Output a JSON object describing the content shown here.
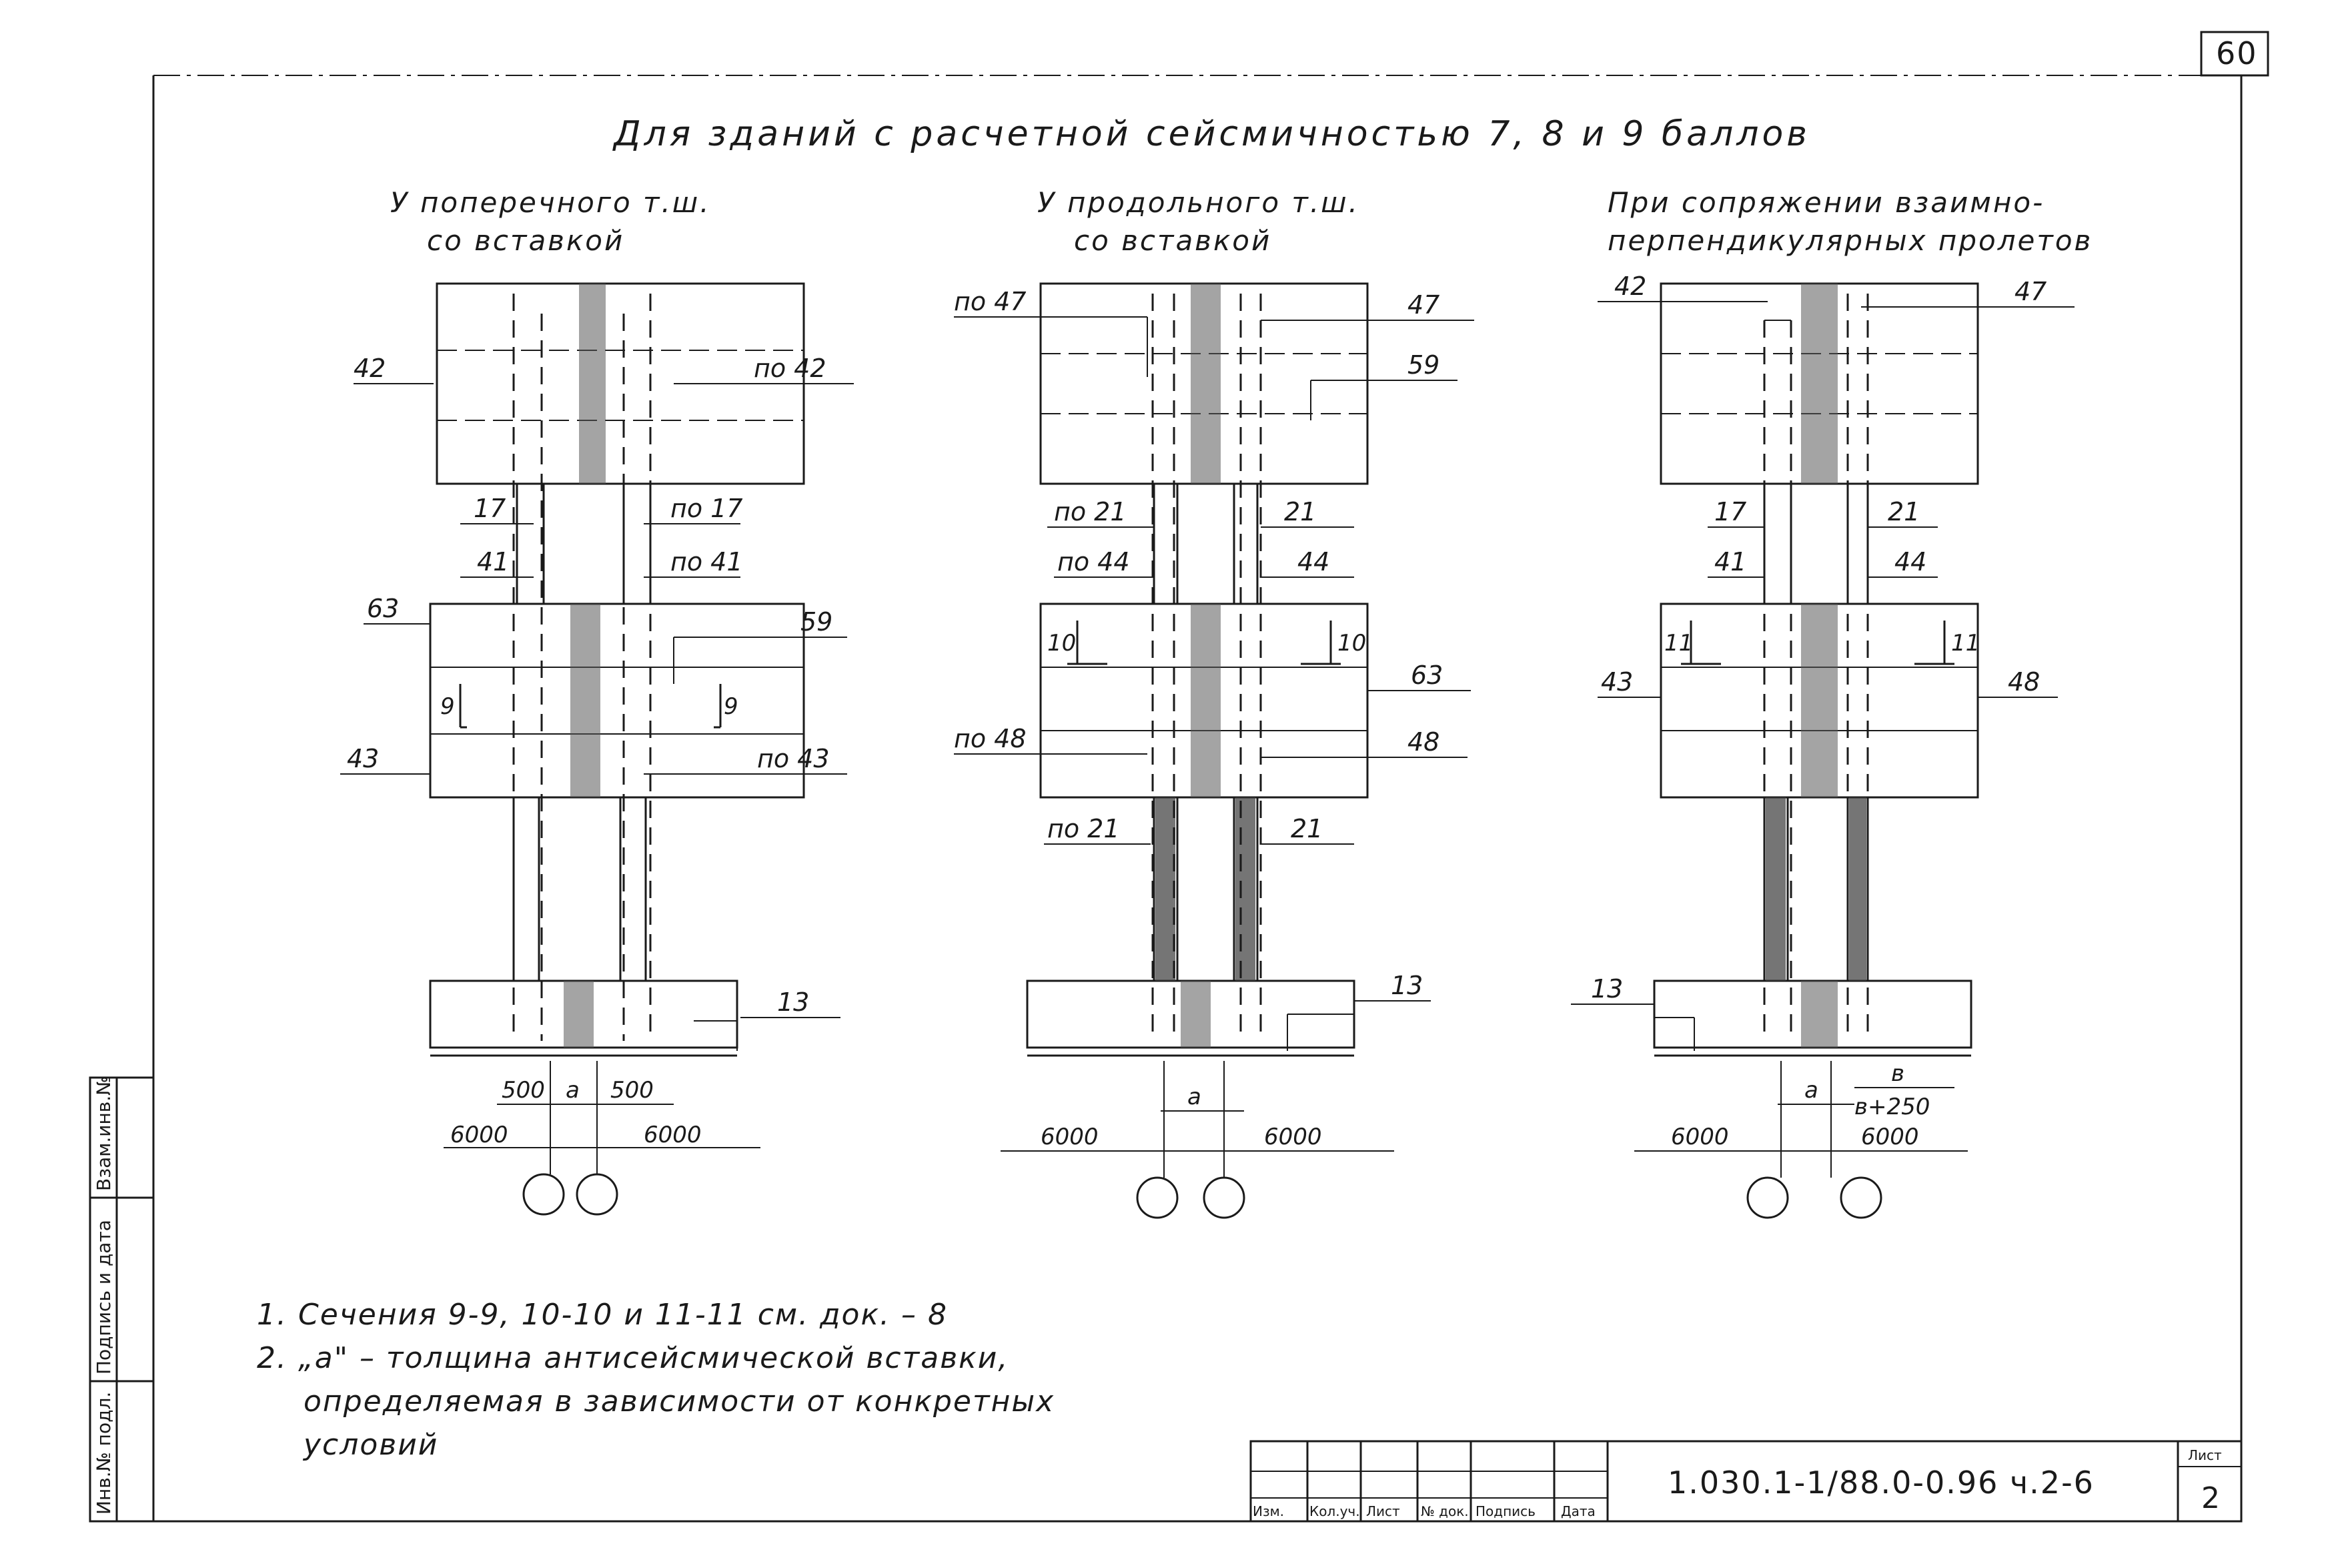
{
  "sheet_number": "60",
  "title": "Для зданий с расчетной сейсмичностью 7, 8 и 9 баллов",
  "captions": {
    "left": [
      "У поперечного т.ш.",
      "со вставкой"
    ],
    "middle": [
      "У продольного т.ш.",
      "со вставкой"
    ],
    "right": [
      "При сопряжении взаимно-",
      "перпендикулярных пролетов"
    ]
  },
  "labels_left": {
    "l1": "42",
    "r1": "по 42",
    "l2": "17",
    "r2": "по 17",
    "l3": "41",
    "r3": "по 41",
    "l4": "63",
    "r4": "59",
    "s1": "9",
    "s2": "9",
    "l5": "43",
    "r5": "по 43",
    "r6": "13",
    "d1": "500",
    "d2": "а",
    "d3": "500",
    "d4": "6000",
    "d5": "6000"
  },
  "labels_middle": {
    "l1": "по 47",
    "r1": "47",
    "r2": "59",
    "l3": "по 21",
    "r3": "21",
    "l4": "по 44",
    "r4": "44",
    "s1": "10",
    "s2": "10",
    "r5": "63",
    "l6": "по 48",
    "r6": "48",
    "l7": "по 21",
    "r7": "21",
    "r8": "13",
    "d1": "а",
    "d2": "6000",
    "d3": "6000"
  },
  "labels_right": {
    "l1": "42",
    "r1": "47",
    "l2": "17",
    "r2": "21",
    "l3": "41",
    "r3": "44",
    "s1": "11",
    "s2": "11",
    "l4": "43",
    "r4": "48",
    "l5": "13",
    "d1": "а",
    "d2": "в",
    "d3": "в+250",
    "d4": "6000",
    "d5": "6000"
  },
  "notes": [
    "1. Сечения 9-9, 10-10 и 11-11 см. док. – 8",
    "2. „а\" – толщина антисейсмической вставки,",
    "определяемая в зависимости от конкретных",
    "условий"
  ],
  "stamp": {
    "code": "1.030.1-1/88.0-0.96 ч.2-6",
    "sheet_label": "Лист",
    "sheet_value": "2",
    "cols": [
      "Изм.",
      "Кол.уч.",
      "Лист",
      "№ док.",
      "Подпись",
      "Дата"
    ]
  },
  "side_margin": [
    "Инв.№ подл.",
    "Подпись и дата",
    "Взам.инв.№"
  ]
}
